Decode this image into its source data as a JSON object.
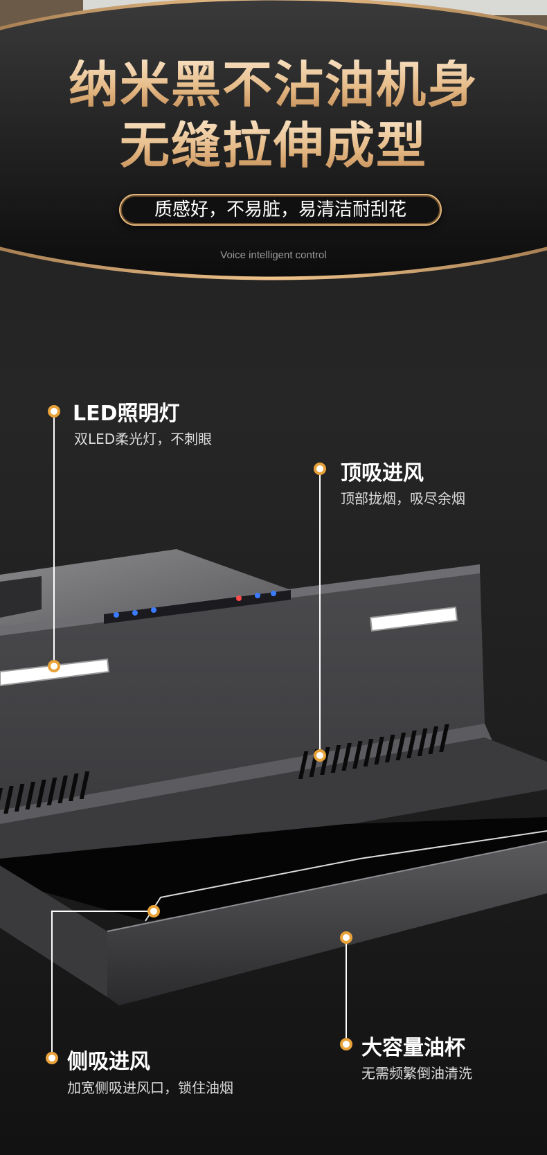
{
  "headline": {
    "line1": "纳米黑不沾油机身",
    "line2": "无缝拉伸成型"
  },
  "badge": "质感好，不易脏，易清洁耐刮花",
  "tagline": "Voice intelligent control",
  "features": {
    "led": {
      "title": "LED照明灯",
      "desc": "双LED柔光灯，不刺眼"
    },
    "top": {
      "title": "顶吸进风",
      "desc": "顶部拢烟，吸尽余烟"
    },
    "side": {
      "title": "侧吸进风",
      "desc": "加宽侧吸进风口，锁住油烟"
    },
    "cup": {
      "title": "大容量油杯",
      "desc": "无需频繁倒油清洗"
    }
  },
  "colors": {
    "gold": "#e8a23a",
    "accent_text": "#e6bb88",
    "background": "#222222"
  }
}
